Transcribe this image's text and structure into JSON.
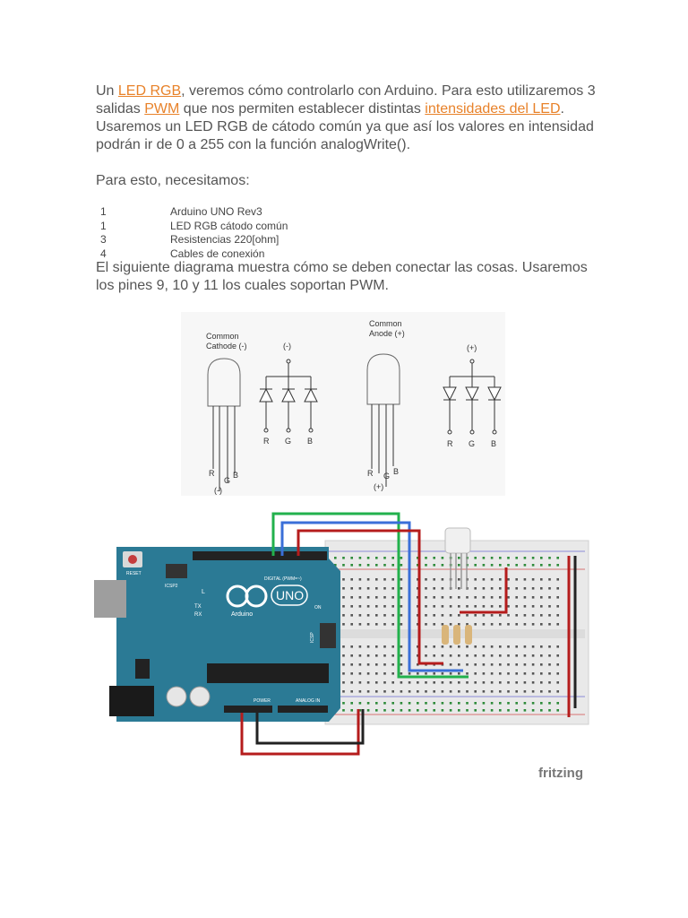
{
  "intro": {
    "t1": "Un ",
    "link_led_rgb": "LED RGB",
    "t2": ", veremos cómo controlarlo con Arduino. Para esto utilizaremos 3 salidas ",
    "link_pwm": "PWM",
    "t3": " que nos permiten establecer distintas ",
    "link_intensidades": "intensidades del LED",
    "t4": ". Usaremos un LED RGB de cátodo común ya que así los valores en intensidad podrán ir de 0 a 255 con la función analogWrite()."
  },
  "need_text": "Para esto, necesitamos:",
  "materials": [
    {
      "qty": "1",
      "item": "Arduino UNO Rev3"
    },
    {
      "qty": "1",
      "item": "LED RGB cátodo común"
    },
    {
      "qty": "3",
      "item": "Resistencias 220[ohm]"
    },
    {
      "qty": "4",
      "item": "Cables de conexión"
    }
  ],
  "diagram_text": "El siguiente diagrama muestra cómo se deben conectar las cosas. Usaremos los pines 9, 10 y 11 los cuales soportan PWM.",
  "led_diagram": {
    "cathode_title_1": "Common",
    "cathode_title_2": "Cathode (-)",
    "anode_title_1": "Common",
    "anode_title_2": "Anode (+)",
    "minus": "(-)",
    "plus": "(+)",
    "r": "R",
    "g": "G",
    "b": "B"
  },
  "breadboard": {
    "board_name": "UNO",
    "arduino_brand": "Arduino",
    "reset_label": "RESET",
    "icsp2_label": "ICSP2",
    "icsp_label": "ICSP",
    "digital_label": "DIGITAL (PWM=~)",
    "power_label": "POWER",
    "analog_label": "ANALOG IN",
    "l_label": "L",
    "tx_label": "TX",
    "rx_label": "RX",
    "on_label": "ON",
    "watermark": "fritzing",
    "colors": {
      "board": "#2b7a95",
      "wire_green": "#22b14c",
      "wire_blue": "#3a6fd8",
      "wire_red": "#b51c1c",
      "wire_black": "#222222"
    }
  }
}
